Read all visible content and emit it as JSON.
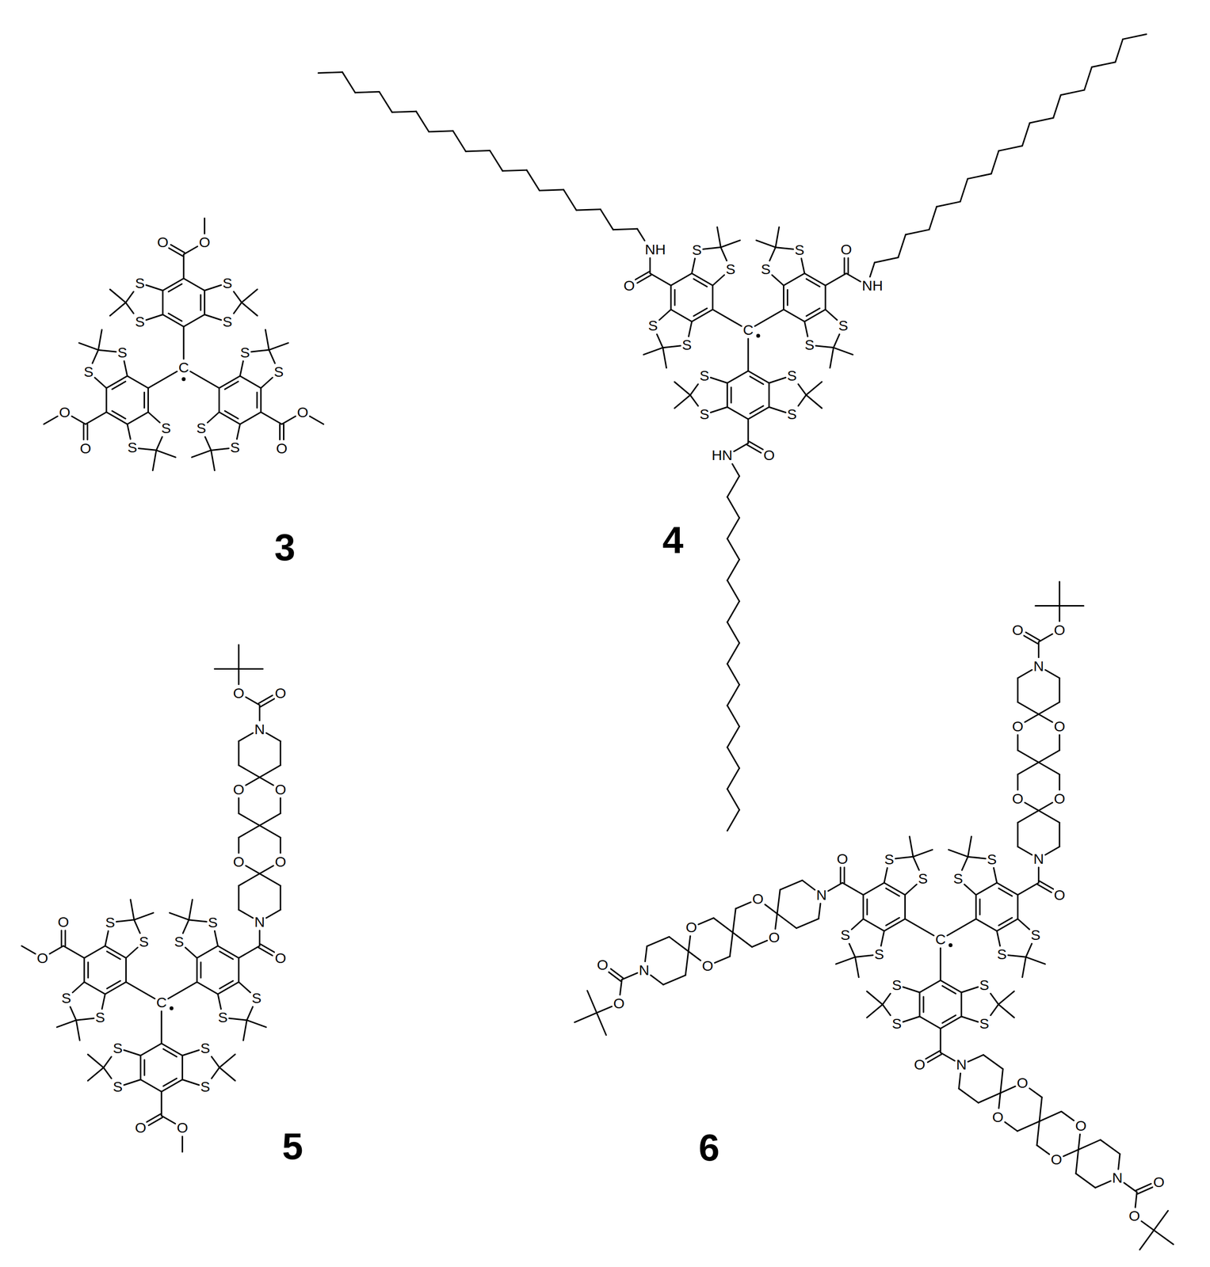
{
  "diagram": {
    "labels": [
      "C",
      "S",
      "S",
      "S",
      "S",
      "O",
      "O",
      "S",
      "S",
      "S",
      "S",
      "O",
      "O",
      "S",
      "S",
      "S",
      "S",
      "O",
      "O",
      "3",
      "C",
      "S",
      "S",
      "S",
      "S",
      "O",
      "NH",
      "S",
      "S",
      "S",
      "S",
      "O",
      "NH",
      "S",
      "S",
      "S",
      "S",
      "O",
      "HN",
      "4",
      "C",
      "S",
      "S",
      "S",
      "S",
      "O",
      "O",
      "S",
      "S",
      "S",
      "S",
      "O",
      "N",
      "O",
      "O",
      "O",
      "O",
      "N",
      "O",
      "O",
      "S",
      "S",
      "S",
      "S",
      "O",
      "O",
      "5",
      "C",
      "S",
      "S",
      "S",
      "S",
      "O",
      "N",
      "O",
      "O",
      "O",
      "O",
      "N",
      "O",
      "O",
      "S",
      "S",
      "S",
      "S",
      "O",
      "N",
      "O",
      "O",
      "O",
      "O",
      "N",
      "O",
      "O",
      "S",
      "S",
      "S",
      "S",
      "O",
      "N",
      "O",
      "O",
      "O",
      "O",
      "N",
      "O",
      "O",
      "6"
    ]
  }
}
